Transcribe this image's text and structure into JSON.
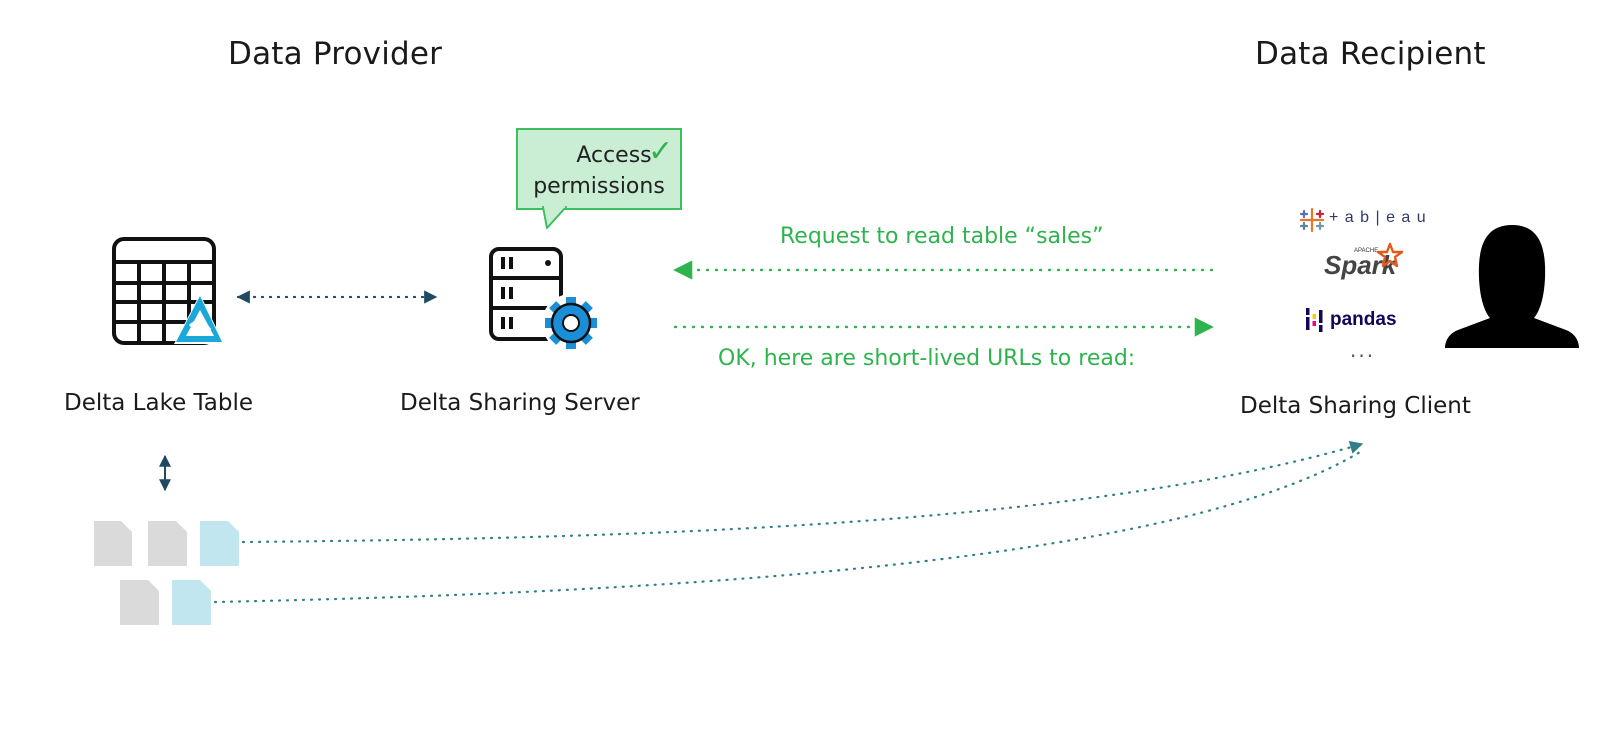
{
  "headings": {
    "provider": "Data Provider",
    "recipient": "Data Recipient"
  },
  "nodes": {
    "table": "Delta Lake Table",
    "server": "Delta Sharing Server",
    "client": "Delta Sharing Client"
  },
  "callout": {
    "line1": "Access",
    "line2": "permissions",
    "check": "✓"
  },
  "flows": {
    "request": "Request to read table “sales”",
    "response": "OK, here are short-lived URLs to read:"
  },
  "clients": {
    "tableau": "+ a b | e a u",
    "spark_small": "APACHE",
    "spark": "Spark",
    "pandas": "pandas",
    "more": "..."
  },
  "colors": {
    "green": "#2fb34f",
    "teal_arrow": "#2e7f86",
    "dark_arrow": "#1f4a63",
    "gear_blue": "#1a8fd8",
    "delta_blue": "#1aa8d8",
    "file_gray": "#dadada",
    "file_blue": "#c2e6ef"
  }
}
